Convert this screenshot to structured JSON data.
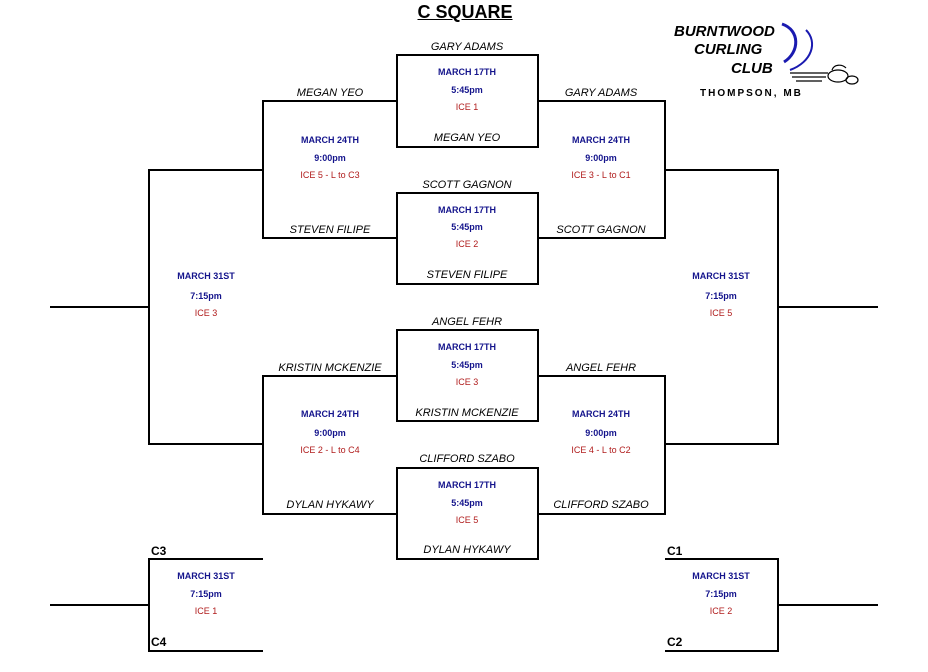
{
  "title": "C SQUARE",
  "logo": {
    "line1": "BURNTWOOD",
    "line2": "CURLING",
    "line3": "CLUB",
    "location": "THOMPSON, MB"
  },
  "round1": [
    {
      "top": "GARY ADAMS",
      "bottom": "MEGAN YEO",
      "date": "MARCH 17TH",
      "time": "5:45pm",
      "ice": "ICE 1"
    },
    {
      "top": "SCOTT GAGNON",
      "bottom": "STEVEN FILIPE",
      "date": "MARCH 17TH",
      "time": "5:45pm",
      "ice": "ICE 2"
    },
    {
      "top": "ANGEL FEHR",
      "bottom": "KRISTIN MCKENZIE",
      "date": "MARCH 17TH",
      "time": "5:45pm",
      "ice": "ICE 3"
    },
    {
      "top": "CLIFFORD SZABO",
      "bottom": "DYLAN HYKAWY",
      "date": "MARCH 17TH",
      "time": "5:45pm",
      "ice": "ICE 5"
    }
  ],
  "losers2": [
    {
      "top": "MEGAN YEO",
      "bottom": "STEVEN FILIPE",
      "date": "MARCH 24TH",
      "time": "9:00pm",
      "ice": "ICE 5 - L to C3"
    },
    {
      "top": "KRISTIN MCKENZIE",
      "bottom": "DYLAN HYKAWY",
      "date": "MARCH 24TH",
      "time": "9:00pm",
      "ice": "ICE 2 - L to C4"
    }
  ],
  "winners2": [
    {
      "top": "GARY ADAMS",
      "bottom": "SCOTT GAGNON",
      "date": "MARCH 24TH",
      "time": "9:00pm",
      "ice": "ICE 3 - L to C1"
    },
    {
      "top": "ANGEL FEHR",
      "bottom": "CLIFFORD SZABO",
      "date": "MARCH 24TH",
      "time": "9:00pm",
      "ice": "ICE 4 - L to C2"
    }
  ],
  "finals": [
    {
      "date": "MARCH 31ST",
      "time": "7:15pm",
      "ice": "ICE 3"
    },
    {
      "date": "MARCH 31ST",
      "time": "7:15pm",
      "ice": "ICE 5"
    }
  ],
  "bottom_games": [
    {
      "top_seed": "C3",
      "bottom_seed": "C4",
      "date": "MARCH 31ST",
      "time": "7:15pm",
      "ice": "ICE 1"
    },
    {
      "top_seed": "C1",
      "bottom_seed": "C2",
      "date": "MARCH 31ST",
      "time": "7:15pm",
      "ice": "ICE 2"
    }
  ]
}
